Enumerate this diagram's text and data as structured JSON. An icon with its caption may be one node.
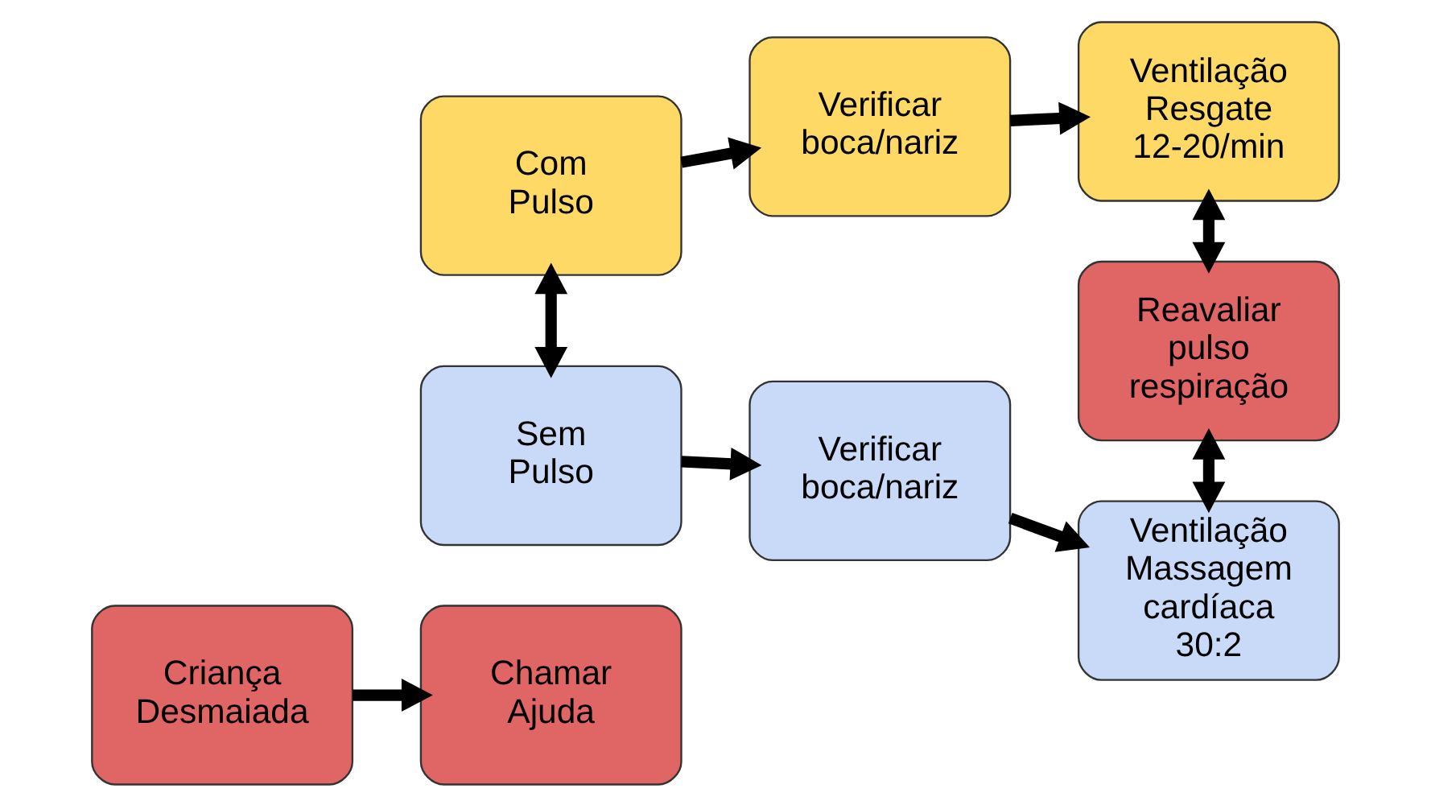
{
  "diagram": {
    "nodes": [
      {
        "text": [
          "Criança Desmaiada"
        ]
      },
      {
        "text": [
          "Chamar Ajuda"
        ]
      },
      {
        "text": [
          "Com Pulso"
        ]
      },
      {
        "text": [
          "Verificar boca/nariz"
        ]
      },
      {
        "text": [
          "Ventilação Resgate 12-20/min"
        ]
      },
      {
        "text": [
          "Reavaliar pulso respiração"
        ]
      },
      {
        "text": [
          "Sem Pulso"
        ]
      },
      {
        "text": [
          "Verificar boca/nariz"
        ]
      },
      {
        "text": [
          "Ventilação Massagem cardíaca 30:2"
        ]
      }
    ],
    "edges": [
      {
        "from": 0,
        "to": 1,
        "arrow": "to"
      },
      {
        "from": 2,
        "to": 6,
        "arrow": "both"
      },
      {
        "from": 2,
        "to": 3,
        "arrow": "to"
      },
      {
        "from": 3,
        "to": 4,
        "arrow": "to"
      },
      {
        "from": 4,
        "to": 5,
        "arrow": "both"
      },
      {
        "from": 5,
        "to": 8,
        "arrow": "both"
      },
      {
        "from": 6,
        "to": 7,
        "arrow": "to"
      },
      {
        "from": 7,
        "to": 8,
        "arrow": "to"
      }
    ]
  }
}
